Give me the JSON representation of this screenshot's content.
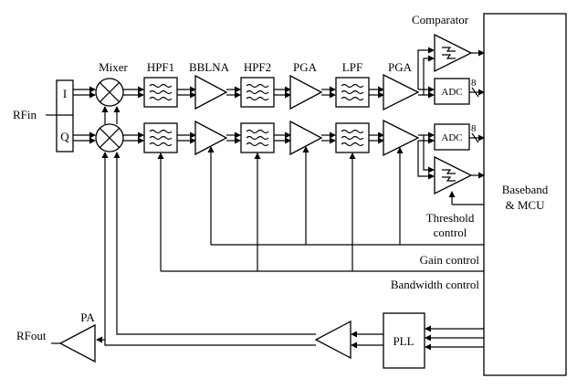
{
  "labels": {
    "mixer": "Mixer",
    "hpf1": "HPF1",
    "bblna": "BBLNA",
    "hpf2": "HPF2",
    "pga1": "PGA",
    "lpf": "LPF",
    "pga2": "PGA",
    "comparator": "Comparator",
    "adc_i": "ADC",
    "adc_q": "ADC",
    "bits_i": "8",
    "bits_q": "8",
    "rfin": "RFin",
    "i": "I",
    "q": "Q",
    "baseband_line1": "Baseband",
    "baseband_line2": "& MCU",
    "threshold_line1": "Threshold",
    "threshold_line2": "control",
    "gain_control": "Gain control",
    "bandwidth_control": "Bandwidth control",
    "pa": "PA",
    "rfout": "RFout",
    "pll": "PLL"
  }
}
